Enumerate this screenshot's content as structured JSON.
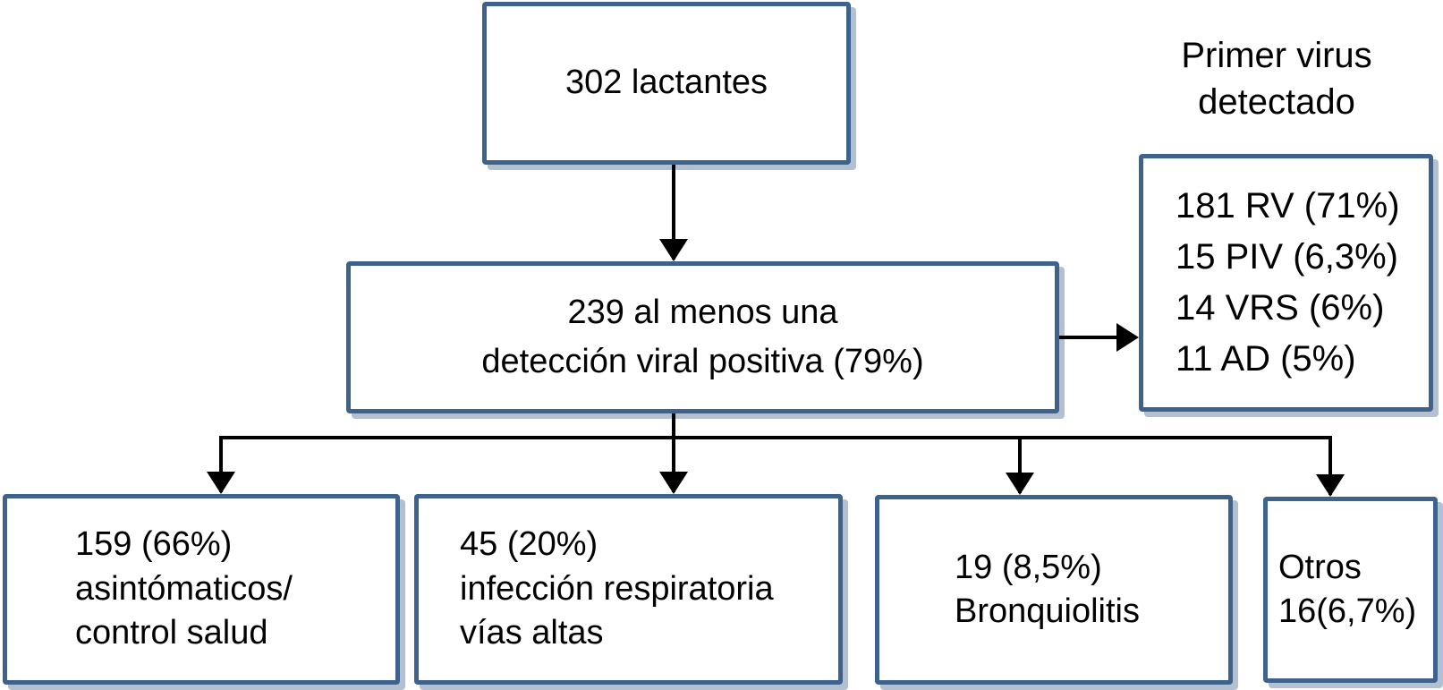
{
  "figure": {
    "type": "flowchart",
    "language": "es",
    "colors": {
      "box_border": "#3d628c",
      "box_fill": "#ffffff",
      "connector": "#000000",
      "text": "#000000",
      "background": "#ffffff"
    }
  },
  "nodes": {
    "root": {
      "lines": [
        "302 lactantes"
      ]
    },
    "positive": {
      "lines": [
        "239 al menos una",
        "detección viral positiva (79%)"
      ]
    },
    "first_virus_label": {
      "lines": [
        "Primer virus",
        "detectado"
      ]
    },
    "first_virus": {
      "lines": [
        "181 RV (71%)",
        "15 PIV (6,3%)",
        "14 VRS (6%)",
        "11 AD (5%)"
      ]
    },
    "asymptomatic": {
      "lines": [
        "159 (66%)",
        "asintómaticos/",
        "control salud"
      ]
    },
    "upper_respiratory": {
      "lines": [
        "45 (20%)",
        "infección respiratoria",
        "vías altas"
      ]
    },
    "bronchiolitis": {
      "lines": [
        "19 (8,5%)",
        "Bronquiolitis"
      ]
    },
    "others": {
      "lines": [
        "Otros",
        "16(6,7%)"
      ]
    }
  }
}
